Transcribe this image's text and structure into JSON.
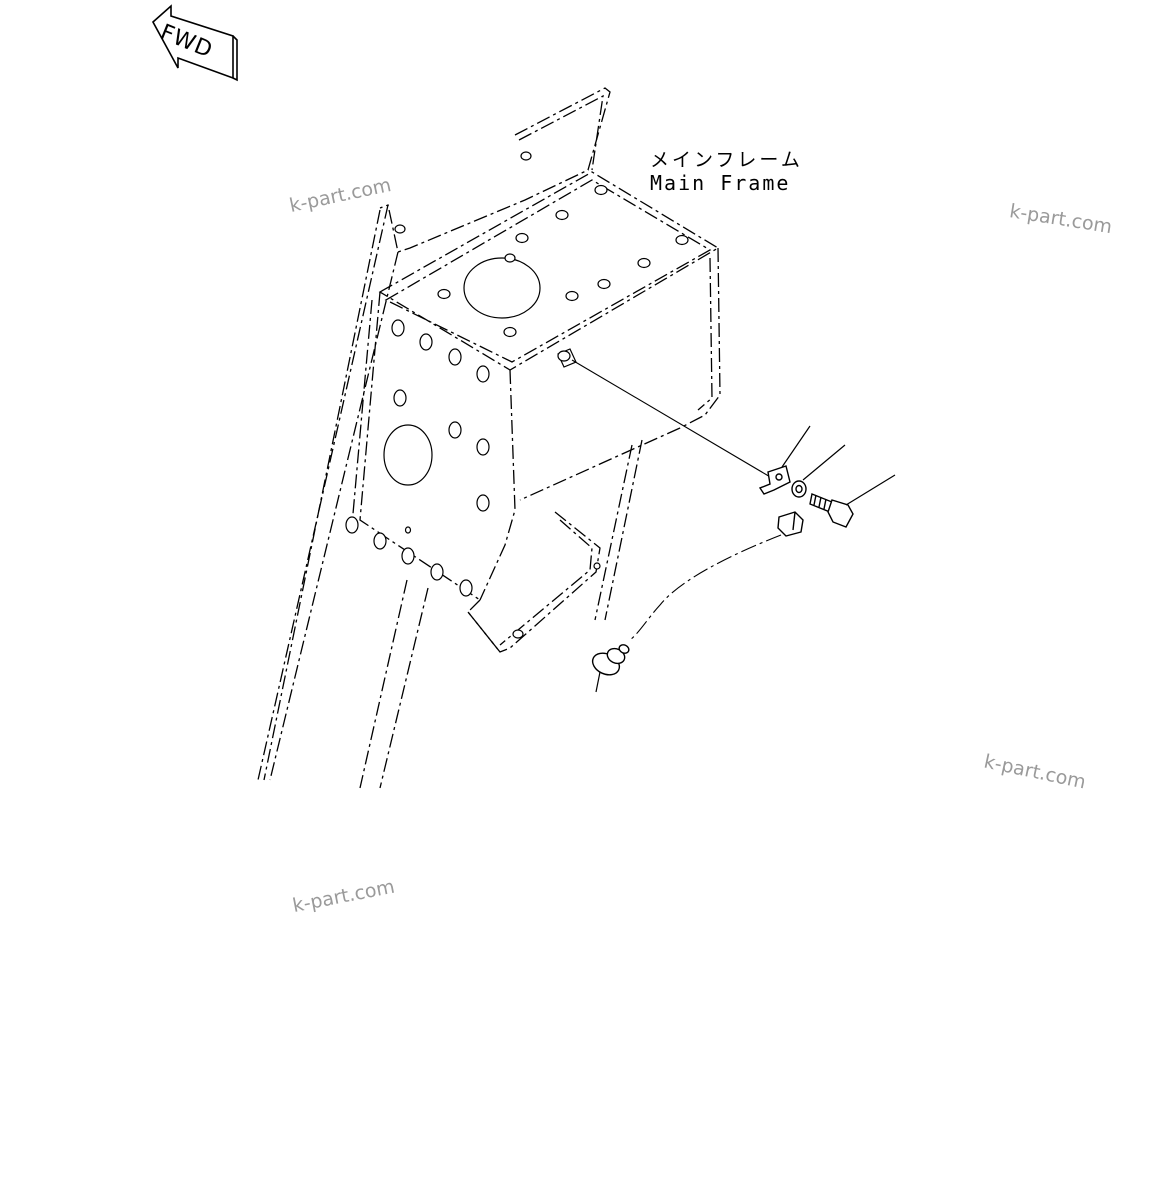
{
  "fwd_marker": {
    "label": "FWD"
  },
  "main_frame": {
    "label_ja": "メインフレーム",
    "label_en": "Main Frame"
  },
  "watermarks": [
    "k-part.com",
    "k-part.com",
    "k-part.com",
    "k-part.com"
  ]
}
